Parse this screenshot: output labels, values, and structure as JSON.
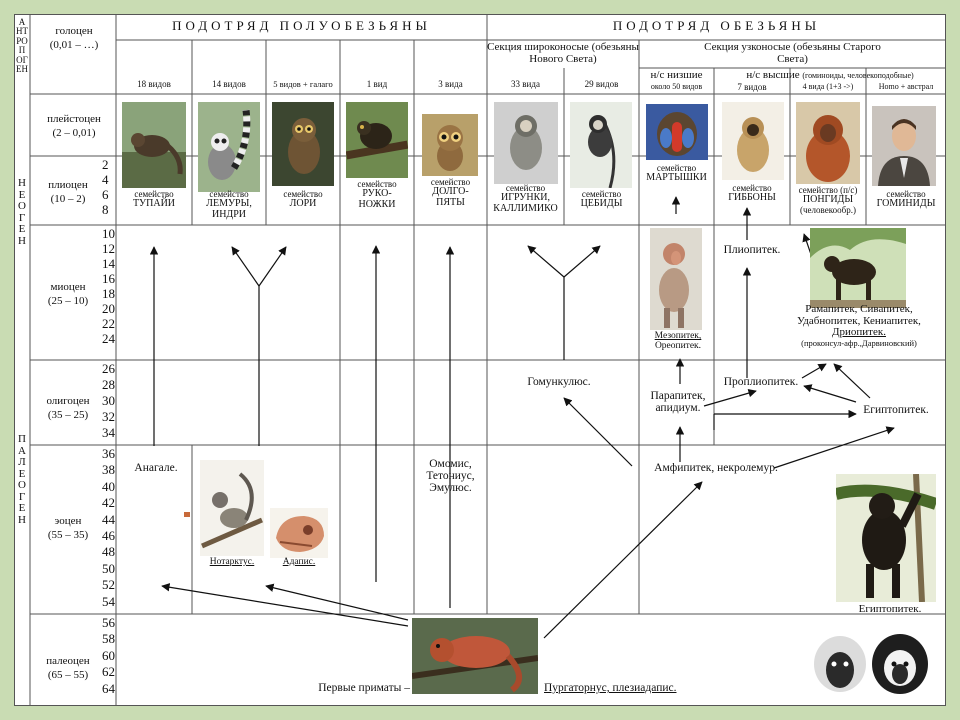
{
  "eras": {
    "anthropogen": "АНТРОПОГЕН",
    "neogen": "НЕОГЕН",
    "paleogen": "ПАЛЕОГЕН"
  },
  "epochs": [
    {
      "name": "голоцен",
      "range": "(0,01 – …)"
    },
    {
      "name": "плейстоцен",
      "range": "(2 – 0,01)"
    },
    {
      "name": "плиоцен",
      "range": "(10 – 2)"
    },
    {
      "name": "миоцен",
      "range": "(25 – 10)"
    },
    {
      "name": "олигоцен",
      "range": "(35 – 25)"
    },
    {
      "name": "эоцен",
      "range": "(55 – 35)"
    },
    {
      "name": "палеоцен",
      "range": "(65 – 55)"
    }
  ],
  "ticks": {
    "pliocene": [
      "2",
      "4",
      "6",
      "8"
    ],
    "miocene": [
      "10",
      "12",
      "14",
      "16",
      "18",
      "20",
      "22",
      "24"
    ],
    "oligocene": [
      "26",
      "28",
      "30",
      "32",
      "34"
    ],
    "eocene": [
      "36",
      "38",
      "40",
      "42",
      "44",
      "46",
      "48",
      "50",
      "52",
      "54"
    ],
    "paleocene": [
      "56",
      "58",
      "60",
      "62",
      "64"
    ]
  },
  "headers": {
    "suborder_prosimians": "ПОДОТРЯД ПОЛУОБЕЗЬЯНЫ",
    "suborder_monkeys": "ПОДОТРЯД ОБЕЗЬЯНЫ",
    "section_platyrrhini": "Секция широконосые (обезьяны Нового Света)",
    "section_catarrhini": "Секция узконосые (обезьяны Старого Света)",
    "lower": "н/с низшие",
    "lower_count": "около 50 видов",
    "higher": "н/с высшие",
    "higher_note": "(гоминоиды, человекоподобные)"
  },
  "species_counts": [
    "18 видов",
    "14 видов",
    "5 видов + галаго",
    "1 вид",
    "3 вида",
    "33 вида",
    "29 видов",
    "7 видов",
    "4 вида (1+3 ->)",
    "Homo + австрал"
  ],
  "families": [
    {
      "line1": "семейство",
      "line2": "ТУПАЙИ",
      "line3": ""
    },
    {
      "line1": "семейство",
      "line2": "ЛЕМУРЫ,",
      "line3": "ИНДРИ"
    },
    {
      "line1": "семейство",
      "line2": "ЛОРИ",
      "line3": ""
    },
    {
      "line1": "семейство",
      "line2": "РУКО-",
      "line3": "НОЖКИ"
    },
    {
      "line1": "семейство",
      "line2": "ДОЛГО-",
      "line3": "ПЯТЫ"
    },
    {
      "line1": "семейство",
      "line2": "ИГРУНКИ,",
      "line3": "КАЛЛИМИКО"
    },
    {
      "line1": "семейство",
      "line2": "ЦЕБИДЫ",
      "line3": ""
    },
    {
      "line1": "семейство",
      "line2": "МАРТЫШКИ",
      "line3": ""
    },
    {
      "line1": "семейство",
      "line2": "ГИББОНЫ",
      "line3": ""
    },
    {
      "line1": "семейство (п/с)",
      "line2": "ПОНГИДЫ",
      "line3": "(человекообр.)"
    },
    {
      "line1": "семейство",
      "line2": "ГОМИНИДЫ",
      "line3": ""
    }
  ],
  "fossils": {
    "mesopithecus": "Мезопитек,",
    "oreopithecus": "Ореопитек.",
    "pliopithecus": "Плиопитек.",
    "dryo_line1": "Рамапитек, Сивапитек,",
    "dryo_line2": "Удабнопитек, Кениапитек,",
    "dryo_line3": "Дриопитек.",
    "dryo_line4": "(проконсул-афр.,Дарвиновский)",
    "homunculus": "Гомункулюс.",
    "parapithecus": "Парапитек,",
    "apidium": "апидиум.",
    "propliopithecus": "Проплиопитек.",
    "aegyptopithecus": "Египтопитек.",
    "amphipithecus": "Амфипитек, некролемур.",
    "anagale": "Анагале.",
    "omomys1": "Омомис,",
    "omomys2": "Тетониус,",
    "omomys3": "Эмулюс.",
    "notharctus": "Нотарктус.",
    "adapis": "Адапис.",
    "aegypto_pic": "Египтопитек.",
    "first_primates": "Первые приматы –",
    "purgatorius": "Пургаторнус, плезиадапис."
  },
  "colors": {
    "background": "#c9dcb3",
    "panel": "#ffffff",
    "lines": "#333333"
  }
}
